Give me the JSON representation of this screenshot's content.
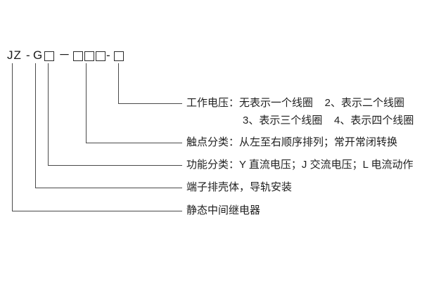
{
  "model_code": {
    "series": "JZ",
    "dash": "-",
    "group": "G",
    "long_dash": "－"
  },
  "callouts": {
    "working_voltage": {
      "line1": "工作电压：无表示一个线圈    2、表示二个线圈",
      "line2": "3、表示三个线圈    4、表示四个线圈"
    },
    "contacts": "触点分类：从左至右顺序排列；常开常闭转换",
    "function": "功能分类：Y 直流电压；J 交流电压；L 电流动作",
    "housing": "端子排壳体，导轨安装",
    "relay_type": "静态中间继电器"
  }
}
